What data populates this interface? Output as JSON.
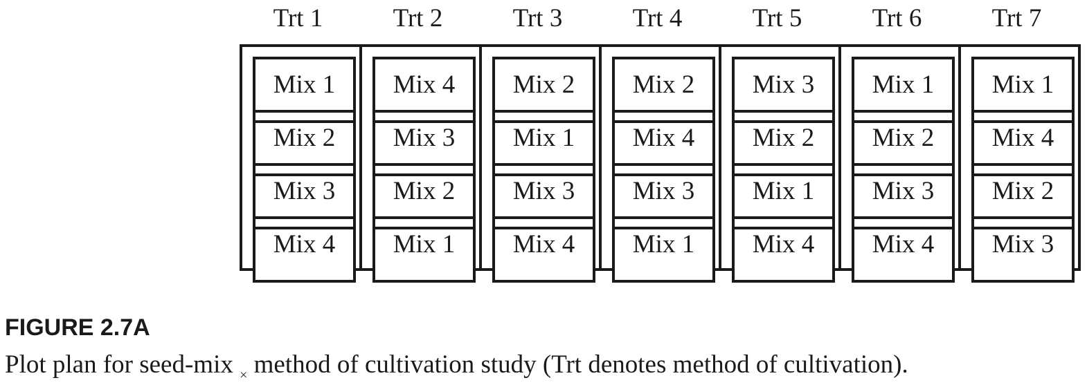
{
  "treatments": [
    {
      "label": "Trt 1",
      "mixes": [
        "Mix 1",
        "Mix 2",
        "Mix 3",
        "Mix 4"
      ]
    },
    {
      "label": "Trt 2",
      "mixes": [
        "Mix 4",
        "Mix 3",
        "Mix 2",
        "Mix 1"
      ]
    },
    {
      "label": "Trt 3",
      "mixes": [
        "Mix 2",
        "Mix 1",
        "Mix 3",
        "Mix 4"
      ]
    },
    {
      "label": "Trt 4",
      "mixes": [
        "Mix 2",
        "Mix 4",
        "Mix 3",
        "Mix 1"
      ]
    },
    {
      "label": "Trt 5",
      "mixes": [
        "Mix 3",
        "Mix 2",
        "Mix 1",
        "Mix 4"
      ]
    },
    {
      "label": "Trt 6",
      "mixes": [
        "Mix 1",
        "Mix 2",
        "Mix 3",
        "Mix 4"
      ]
    },
    {
      "label": "Trt 7",
      "mixes": [
        "Mix 1",
        "Mix 4",
        "Mix 2",
        "Mix 3"
      ]
    }
  ],
  "figure": {
    "number": "FIGURE 2.7A",
    "caption_start": "Plot plan for seed-mix",
    "caption_sub": "×",
    "caption_end": "method of cultivation study (Trt denotes method of cultivation)."
  }
}
